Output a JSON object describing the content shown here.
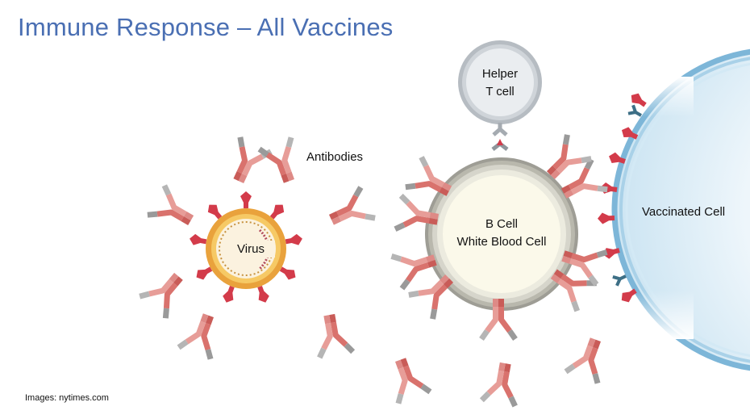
{
  "title": "Immune Response – All Vaccines",
  "labels": {
    "antibodies": "Antibodies",
    "virus": "Virus",
    "helper_t_line1": "Helper",
    "helper_t_line2": "T cell",
    "b_cell_line1": "B Cell",
    "b_cell_line2": "White Blood Cell",
    "vaccinated_cell": "Vaccinated Cell"
  },
  "credit": "Images: nytimes.com",
  "colors": {
    "title": "#4a6fb3",
    "antibody_red": "#d9726d",
    "antibody_grey": "#9a9a9a",
    "spike_red": "#d33b4a",
    "virus_orange": "#e9a23c",
    "b_cell_fill": "#fbf9ea",
    "b_cell_ring": "#b9b8ad",
    "helper_ring": "#b6bcc2",
    "vaccinated_blue": "#7db6d8"
  }
}
